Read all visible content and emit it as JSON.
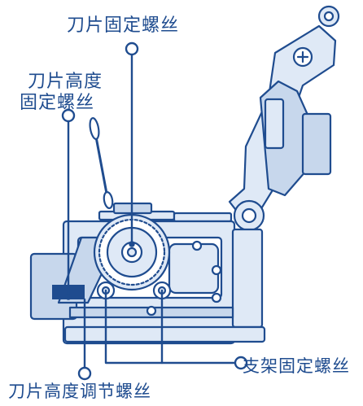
{
  "labels": {
    "blade_fixing_screw": "刀片固定螺丝",
    "blade_height_fixing_screw_line1": "刀片高度",
    "blade_height_fixing_screw_line2": "固定螺丝",
    "bracket_fixing_screw": "支架固定螺丝",
    "blade_height_adjust_screw": "刀片高度调节螺丝"
  },
  "colors": {
    "outline": "#1f4c8f",
    "fill": "#dfe9f6",
    "fill_dark": "#c7d7ec",
    "label": "#1f4c8f",
    "marker": "#ffffff"
  },
  "icons": [
    "screw-head-icon",
    "cotton-swab-icon",
    "hinge-icon"
  ]
}
